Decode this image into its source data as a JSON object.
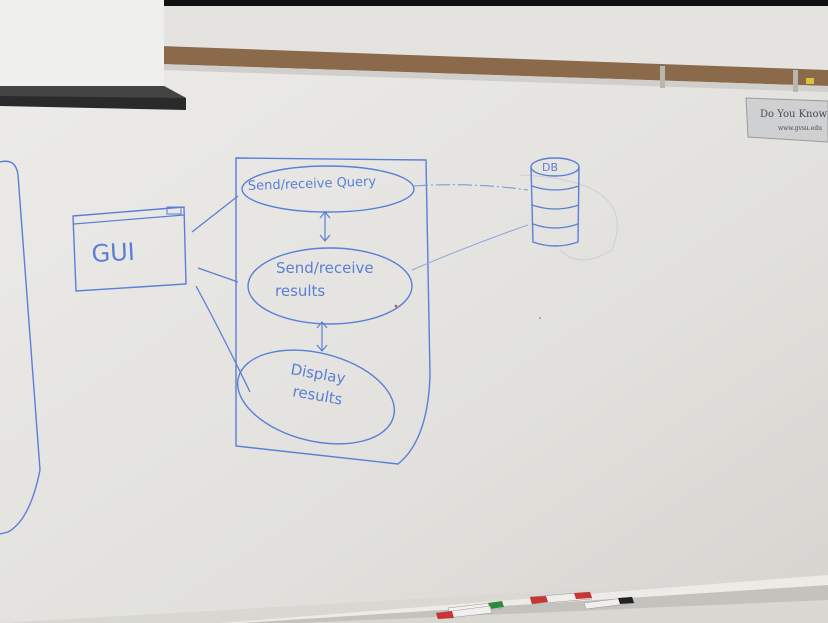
{
  "diagram": {
    "gui_label": "GUI",
    "db_label": "DB",
    "query_label": "Send/receive Query",
    "results_label_line1": "Send/receive",
    "results_label_line2": "results",
    "display_label_line1": "Display",
    "display_label_line2": "results"
  },
  "sign": {
    "line1": "Do You Know V",
    "line2": "www.gvsu.edu"
  },
  "colors": {
    "marker_blue": "#5a7fd6",
    "whiteboard": "#e6e6e2",
    "cork_strip": "#8a6a4a"
  }
}
